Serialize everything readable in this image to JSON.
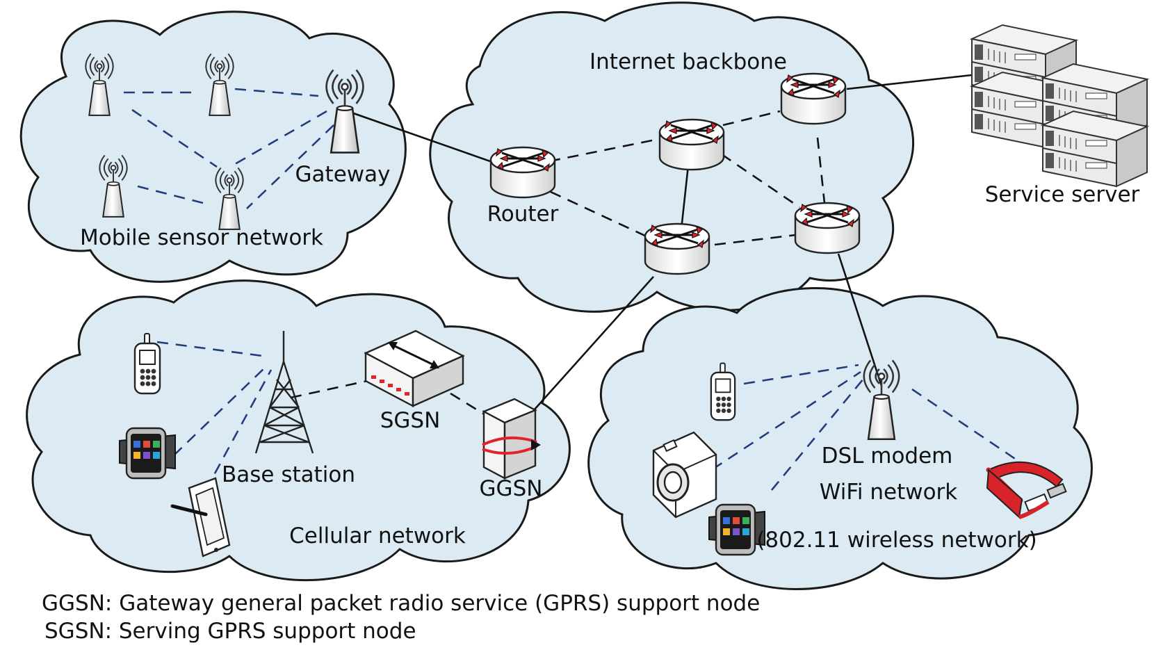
{
  "colors": {
    "cloud_fill": "#dcebf3",
    "wireless_link": "#223d7a",
    "router_arrow": "#e1232b",
    "glasses_red": "#d8232a"
  },
  "clouds": {
    "mobile_sensor": "Mobile sensor network",
    "internet": "Internet backbone",
    "cellular": "Cellular network",
    "wifi": "WiFi network",
    "wifi_sub": "(802.11 wireless network)"
  },
  "nodes": {
    "gateway": "Gateway",
    "router": "Router",
    "service_server": "Service server",
    "base_station": "Base station",
    "sgsn": "SGSN",
    "ggsn": "GGSN",
    "dsl_modem": "DSL modem"
  },
  "icons": [
    "sensor-node-icon",
    "gateway-antenna-icon",
    "router-icon",
    "server-rack-icon",
    "cell-tower-icon",
    "sgsn-switch-icon",
    "ggsn-box-icon",
    "cell-phone-icon",
    "smartwatch-icon",
    "tablet-icon",
    "camera-icon",
    "smart-glasses-icon",
    "dsl-modem-icon"
  ],
  "footnotes": {
    "ggsn": "GGSN: Gateway general packet radio service (GPRS) support node",
    "sgsn": "SGSN: Serving GPRS support node"
  }
}
